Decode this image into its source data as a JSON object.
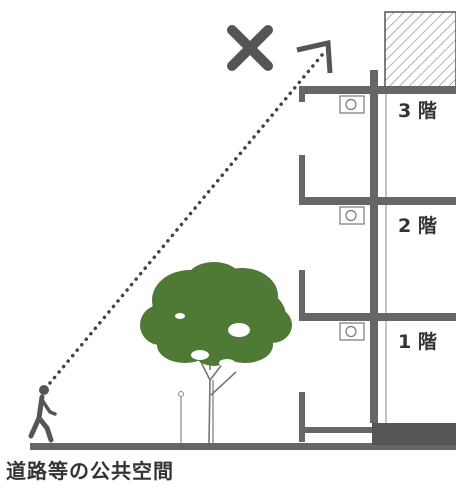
{
  "floors": [
    {
      "label": "3 階"
    },
    {
      "label": "2 階"
    },
    {
      "label": "1 階"
    }
  ],
  "caption": "道路等の公共空間",
  "icons": {
    "prohibited": "x-mark-icon",
    "line_of_sight": "arrow-icon",
    "pedestrian": "walking-person-icon",
    "tree": "tree-icon",
    "ac_unit": "air-conditioner-unit-icon",
    "neighbor": "hatched-building-icon"
  },
  "colors": {
    "structure": "#666666",
    "dark": "#333333",
    "tree": "#4e7a36",
    "hatch": "#888888"
  }
}
